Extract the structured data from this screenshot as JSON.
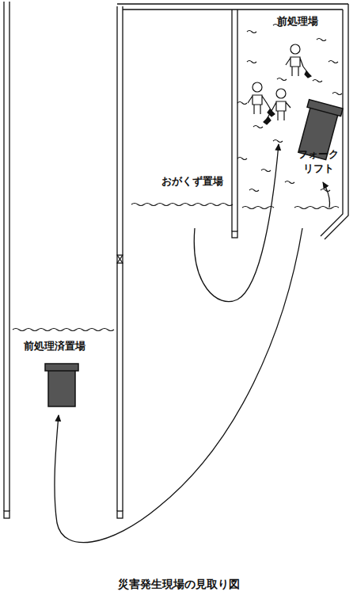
{
  "diagram": {
    "caption": "災害発生現場の見取り図",
    "labels": [
      "前処理場",
      "おがくず置場",
      "フォーク リフト",
      "前処理済置場"
    ]
  }
}
